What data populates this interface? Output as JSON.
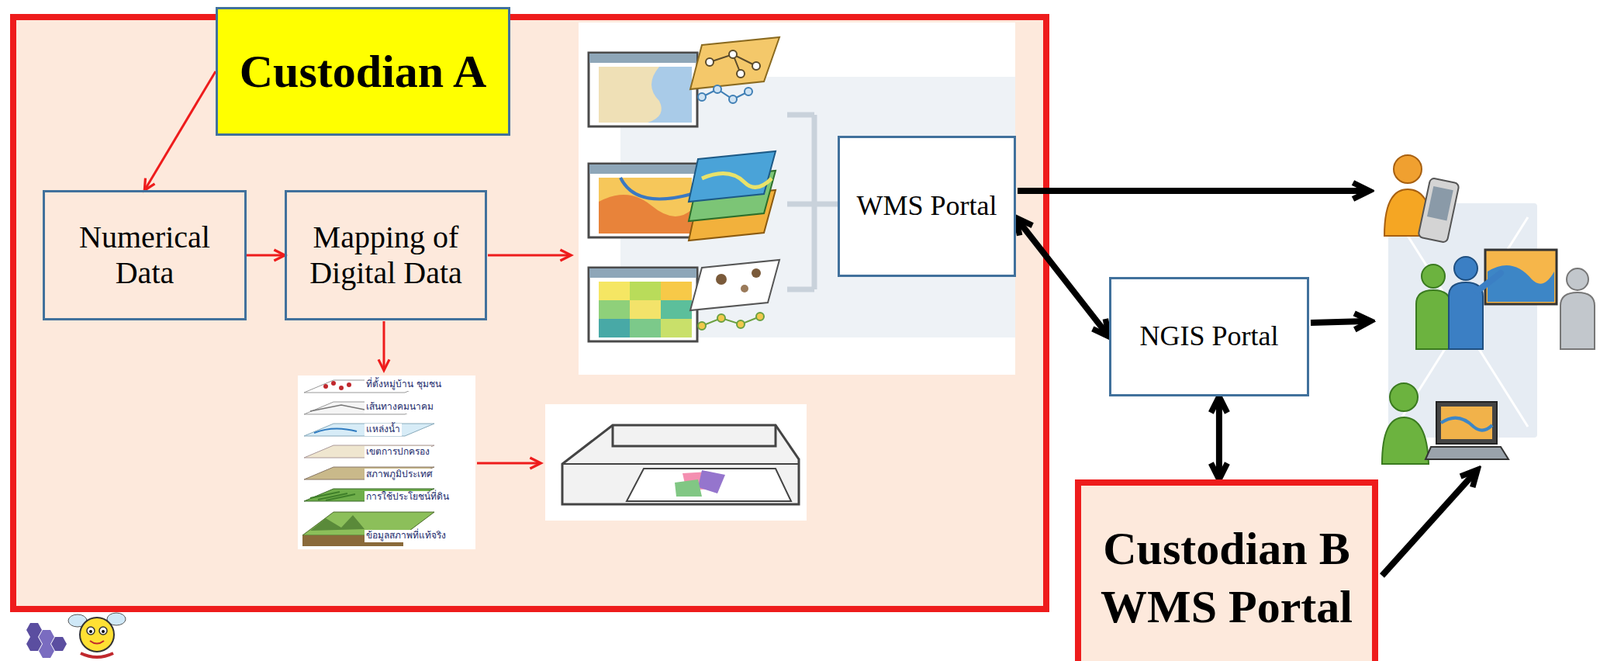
{
  "diagram": {
    "nodes": [
      {
        "text": [
          "Custodian A"
        ]
      },
      {
        "text": [
          "Numerical Data"
        ]
      },
      {
        "text": [
          "Mapping of Digital Data"
        ]
      },
      {
        "text": [
          "WMS Portal"
        ]
      },
      {
        "text": [
          "NGIS Portal"
        ]
      },
      {
        "text": [
          "Custodian B WMS Portal"
        ]
      }
    ],
    "edges": [
      {
        "from": 0,
        "to": 1,
        "arrow": "to"
      },
      {
        "from": 1,
        "to": 2,
        "arrow": "to"
      },
      {
        "from": 3,
        "to": 4,
        "arrow": "both"
      },
      {
        "from": 4,
        "to": 5,
        "arrow": "both"
      }
    ],
    "labels": [
      "ที่ตั้งหมู่บ้าน ชุมชน",
      "เส้นทางคมนาคม",
      "แหล่งน้ำ",
      "เขตการปกครอง",
      "สภาพภูมิประเทศ",
      "การใช้ประโยชน์ที่ดิน",
      "ข้อมูลสภาพที่แท้จริง"
    ]
  }
}
